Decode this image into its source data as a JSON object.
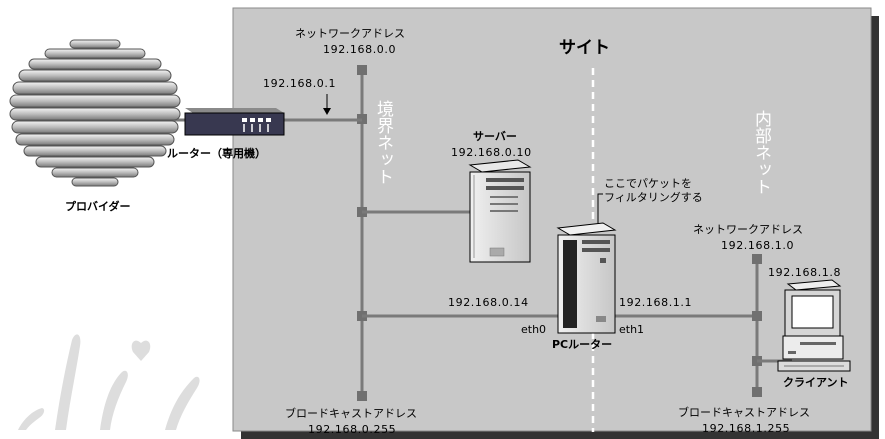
{
  "site_label": "サイト",
  "zones": {
    "border_net": "境界ネット",
    "internal_net": "内部ネット"
  },
  "left_network": {
    "address_label": "ネットワークアドレス",
    "address": "192.168.0.0",
    "broadcast_label": "ブロードキャストアドレス",
    "broadcast": "192.168.0.255"
  },
  "right_network": {
    "address_label": "ネットワークアドレス",
    "address": "192.168.1.0",
    "broadcast_label": "ブロードキャストアドレス",
    "broadcast": "192.168.1.255"
  },
  "provider": {
    "label": "プロバイダー"
  },
  "dedicated_router": {
    "label": "ルーター（専用機）",
    "ip": "192.168.0.1"
  },
  "server": {
    "label": "サーバー",
    "ip": "192.168.0.10"
  },
  "pc_router": {
    "label": "PCルーター",
    "note_line1": "ここでパケットを",
    "note_line2": "フィルタリングする",
    "eth0_ip": "192.168.0.14",
    "eth0_label": "eth0",
    "eth1_ip": "192.168.1.1",
    "eth1_label": "eth1"
  },
  "client": {
    "label": "クライアント",
    "ip": "192.168.1.8"
  }
}
